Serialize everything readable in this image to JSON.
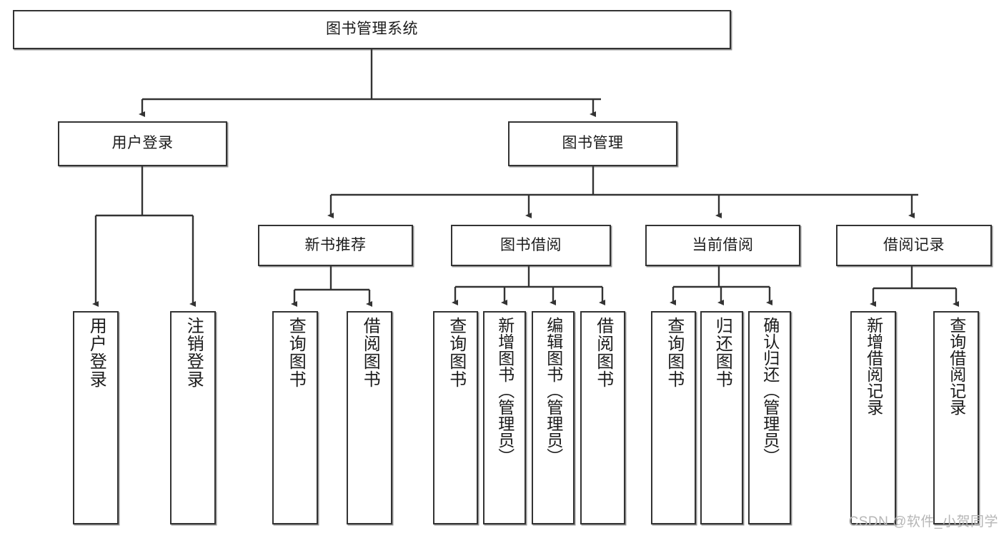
{
  "diagram": {
    "title": "图书管理系统",
    "type": "tree",
    "theme": {
      "background": "#ffffff",
      "box_border": "#333333",
      "line": "#333333",
      "text": "#1b1b1b",
      "watermark": "#b6b6b6"
    },
    "watermark": "CSDN @软件_小贺同学",
    "root": {
      "id": "root",
      "label": "图书管理系统",
      "children": [
        "user_login",
        "book_mgmt"
      ]
    },
    "level2": [
      {
        "id": "user_login",
        "label": "用户登录",
        "children": [
          "leaf_user_login",
          "leaf_user_logout"
        ]
      },
      {
        "id": "book_mgmt",
        "label": "图书管理",
        "children": [
          "new_book_rec",
          "book_borrow",
          "current_borrow",
          "borrow_record"
        ]
      }
    ],
    "level3": [
      {
        "id": "new_book_rec",
        "label": "新书推荐",
        "children": [
          "l_query_book_1",
          "l_borrow_book_1"
        ]
      },
      {
        "id": "book_borrow",
        "label": "图书借阅",
        "children": [
          "l_query_book_2",
          "l_add_book",
          "l_edit_book",
          "l_borrow_book_2"
        ]
      },
      {
        "id": "current_borrow",
        "label": "当前借阅",
        "children": [
          "l_query_book_3",
          "l_return_book",
          "l_confirm_return"
        ]
      },
      {
        "id": "borrow_record",
        "label": "借阅记录",
        "children": [
          "l_add_record",
          "l_query_record"
        ]
      }
    ],
    "leaves": [
      {
        "id": "l_user_login",
        "label": "用户登录",
        "parent": "user_login"
      },
      {
        "id": "l_user_logout",
        "label": "注销登录",
        "parent": "user_login"
      },
      {
        "id": "l_query_book_1",
        "label": "查询图书",
        "parent": "new_book_rec"
      },
      {
        "id": "l_borrow_book_1",
        "label": "借阅图书",
        "parent": "new_book_rec"
      },
      {
        "id": "l_query_book_2",
        "label": "查询图书",
        "parent": "book_borrow"
      },
      {
        "id": "l_add_book",
        "label": "新增图书（管理员）",
        "parent": "book_borrow"
      },
      {
        "id": "l_edit_book",
        "label": "编辑图书（管理员）",
        "parent": "book_borrow"
      },
      {
        "id": "l_borrow_book_2",
        "label": "借阅图书",
        "parent": "book_borrow"
      },
      {
        "id": "l_query_book_3",
        "label": "查询图书",
        "parent": "current_borrow"
      },
      {
        "id": "l_return_book",
        "label": "归还图书",
        "parent": "current_borrow"
      },
      {
        "id": "l_confirm_return",
        "label": "确认归还（管理员）",
        "parent": "current_borrow"
      },
      {
        "id": "l_add_record",
        "label": "新增借阅记录",
        "parent": "borrow_record"
      },
      {
        "id": "l_query_record",
        "label": "查询借阅记录",
        "parent": "borrow_record"
      }
    ]
  }
}
